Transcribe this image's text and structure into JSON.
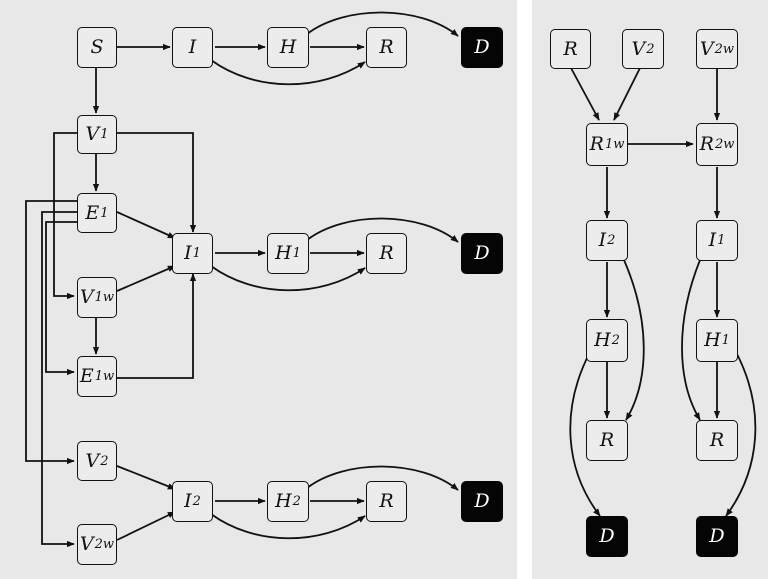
{
  "colors": {
    "panel_background": "#e8e8e8",
    "node_fill": "#ececec",
    "node_border": "#111111",
    "terminal_fill": "#050505",
    "terminal_text": "#ffffff",
    "edge": "#111111"
  },
  "left_panel": {
    "nodes": {
      "S": {
        "base": "S",
        "sub": ""
      },
      "I": {
        "base": "I",
        "sub": ""
      },
      "H": {
        "base": "H",
        "sub": ""
      },
      "R1": {
        "base": "R",
        "sub": ""
      },
      "D1": {
        "base": "D",
        "sub": ""
      },
      "V1": {
        "base": "V",
        "sub": "1"
      },
      "E1": {
        "base": "E",
        "sub": "1"
      },
      "I1": {
        "base": "I",
        "sub": "1"
      },
      "H1": {
        "base": "H",
        "sub": "1"
      },
      "R2": {
        "base": "R",
        "sub": ""
      },
      "D2": {
        "base": "D",
        "sub": ""
      },
      "V1w": {
        "base": "V",
        "sub": "1w"
      },
      "E1w": {
        "base": "E",
        "sub": "1w"
      },
      "V2": {
        "base": "V",
        "sub": "2"
      },
      "I2": {
        "base": "I",
        "sub": "2"
      },
      "H2": {
        "base": "H",
        "sub": "2"
      },
      "R3": {
        "base": "R",
        "sub": ""
      },
      "D3": {
        "base": "D",
        "sub": ""
      },
      "V2w": {
        "base": "V",
        "sub": "2w"
      }
    }
  },
  "right_panel": {
    "nodes": {
      "Rin": {
        "base": "R",
        "sub": ""
      },
      "V2in": {
        "base": "V",
        "sub": "2"
      },
      "V2win": {
        "base": "V",
        "sub": "2w"
      },
      "R1w": {
        "base": "R",
        "sub": "1w"
      },
      "R2w": {
        "base": "R",
        "sub": "2w"
      },
      "rI2": {
        "base": "I",
        "sub": "2"
      },
      "rI1": {
        "base": "I",
        "sub": "1"
      },
      "rH2": {
        "base": "H",
        "sub": "2"
      },
      "rH1": {
        "base": "H",
        "sub": "1"
      },
      "rRa": {
        "base": "R",
        "sub": ""
      },
      "rRb": {
        "base": "R",
        "sub": ""
      },
      "rDa": {
        "base": "D",
        "sub": ""
      },
      "rDb": {
        "base": "D",
        "sub": ""
      }
    }
  }
}
